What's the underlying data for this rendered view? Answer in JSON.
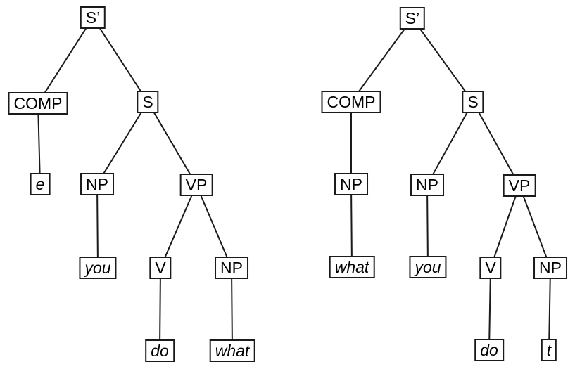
{
  "colors": {
    "background": "#ffffff",
    "line": "#1a1a1a",
    "text": "#000000"
  },
  "left_tree": {
    "nodes": {
      "s_bar": "S’",
      "comp": "COMP",
      "s": "S",
      "e": "e",
      "np_subject": "NP",
      "vp": "VP",
      "you": "you",
      "v": "V",
      "np_object": "NP",
      "do": "do",
      "what": "what"
    },
    "edges": [
      [
        "s_bar",
        "comp"
      ],
      [
        "s_bar",
        "s"
      ],
      [
        "comp",
        "e"
      ],
      [
        "s",
        "np_subject"
      ],
      [
        "s",
        "vp"
      ],
      [
        "np_subject",
        "you"
      ],
      [
        "vp",
        "v"
      ],
      [
        "vp",
        "np_object"
      ],
      [
        "v",
        "do"
      ],
      [
        "np_object",
        "what"
      ]
    ]
  },
  "right_tree": {
    "nodes": {
      "s_bar": "S’",
      "comp": "COMP",
      "s": "S",
      "np_wh": "NP",
      "what": "what",
      "np_subject": "NP",
      "you": "you",
      "vp": "VP",
      "v": "V",
      "np_object": "NP",
      "do": "do",
      "t": "t"
    },
    "edges": [
      [
        "s_bar",
        "comp"
      ],
      [
        "s_bar",
        "s"
      ],
      [
        "comp",
        "np_wh"
      ],
      [
        "np_wh",
        "what"
      ],
      [
        "s",
        "np_subject"
      ],
      [
        "s",
        "vp"
      ],
      [
        "np_subject",
        "you"
      ],
      [
        "vp",
        "v"
      ],
      [
        "vp",
        "np_object"
      ],
      [
        "v",
        "do"
      ],
      [
        "np_object",
        "t"
      ]
    ]
  }
}
